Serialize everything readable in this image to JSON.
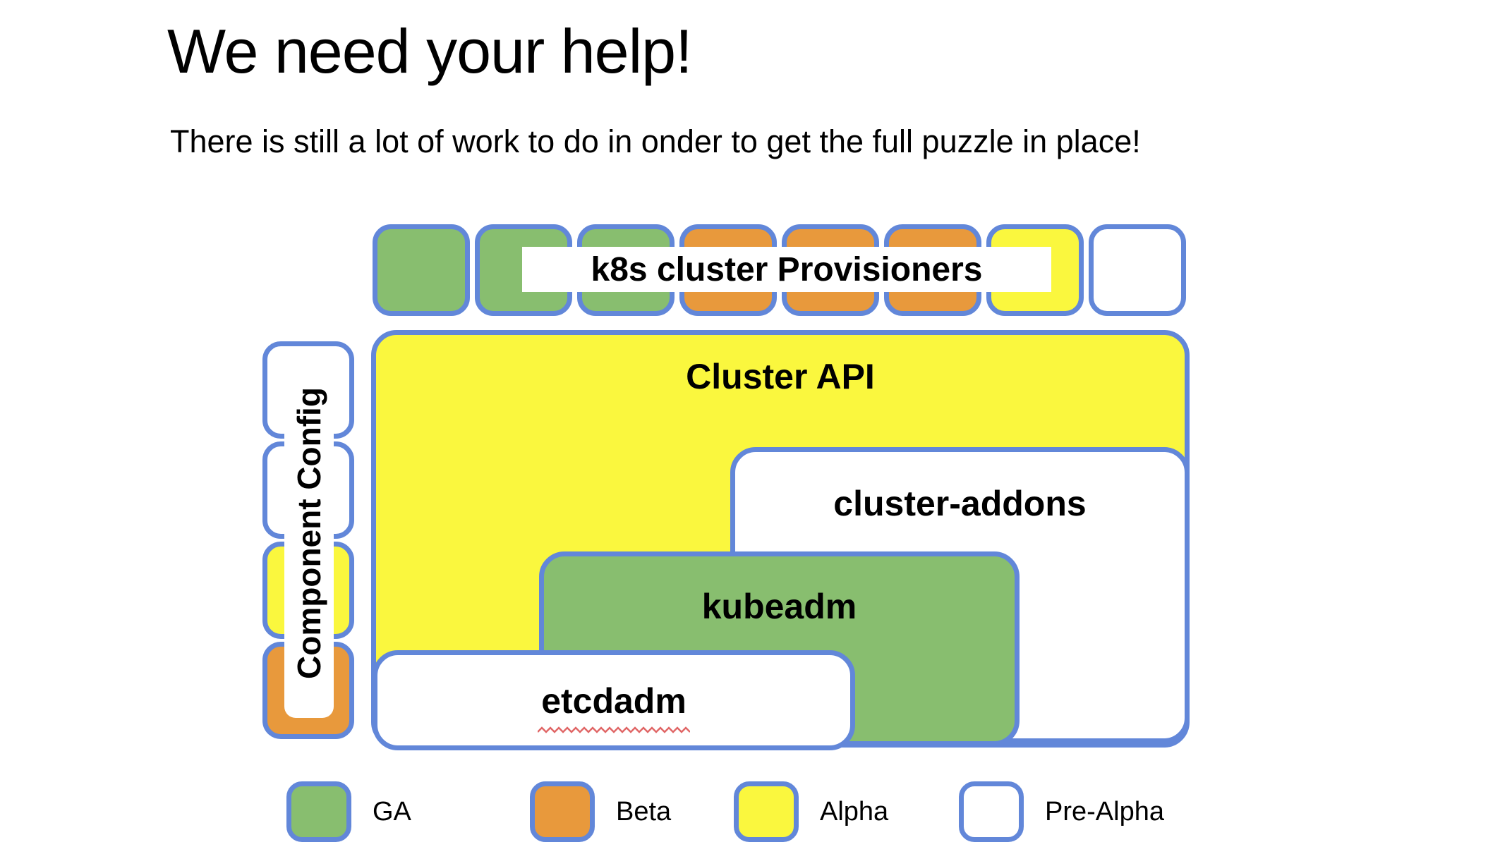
{
  "title": "We need your help!",
  "subtitle": "There is still a lot of work to do in onder to get the full puzzle in place!",
  "status_colors": {
    "ga": "#88BE6F",
    "beta": "#E8993C",
    "alpha": "#FAF73E",
    "prealpha": "#FFFFFF",
    "border_blue": "#6287D9",
    "squiggle_red": "#E06666"
  },
  "provisioners": {
    "label": "k8s cluster Provisioners",
    "squares": [
      "ga",
      "ga",
      "ga",
      "beta",
      "beta",
      "beta",
      "alpha",
      "prealpha"
    ]
  },
  "component_config": {
    "label": "Component Config",
    "segments": [
      "prealpha",
      "prealpha",
      "alpha",
      "beta"
    ]
  },
  "boxes": [
    {
      "id": "cluster-api",
      "label": "Cluster API",
      "status": "alpha"
    },
    {
      "id": "cluster-addons",
      "label": "cluster-addons",
      "status": "prealpha"
    },
    {
      "id": "kubeadm",
      "label": "kubeadm",
      "status": "ga"
    },
    {
      "id": "etcdadm",
      "label": "etcdadm",
      "status": "prealpha",
      "spellcheck_underline": true
    }
  ],
  "legend": [
    {
      "label": "GA",
      "status": "ga"
    },
    {
      "label": "Beta",
      "status": "beta"
    },
    {
      "label": "Alpha",
      "status": "alpha"
    },
    {
      "label": "Pre-Alpha",
      "status": "prealpha"
    }
  ]
}
